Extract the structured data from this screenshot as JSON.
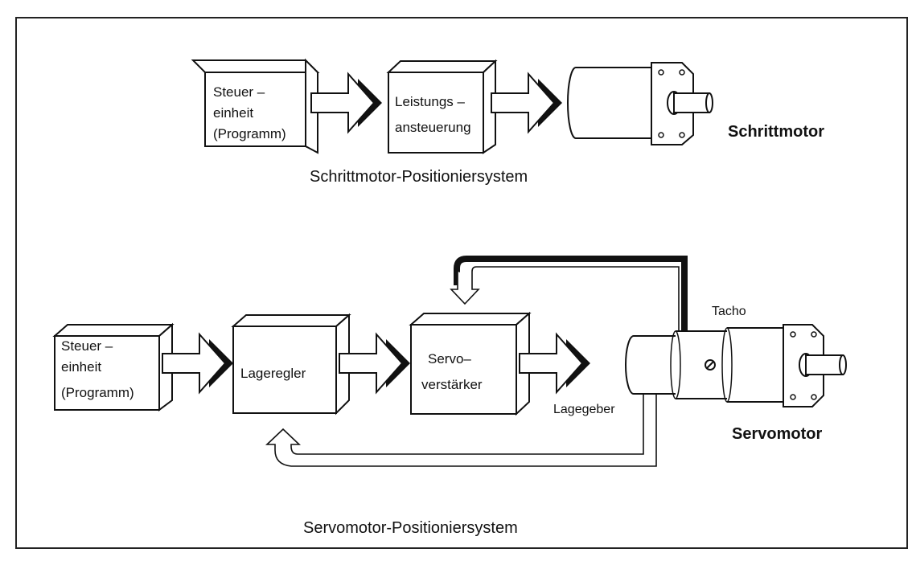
{
  "stepper": {
    "control_unit": [
      "Steuer –",
      "einheit",
      "(Programm)"
    ],
    "power_stage": [
      "Leistungs –",
      "ansteuerung"
    ],
    "motor_label": "Schrittmotor",
    "caption": "Schrittmotor-Positioniersystem"
  },
  "servo": {
    "control_unit": [
      "Steuer –",
      "einheit",
      "(Programm)"
    ],
    "position_controller": "Lageregler",
    "amplifier": [
      "Servo–",
      "verstärker"
    ],
    "tacho_label": "Tacho",
    "encoder_label": "Lagegeber",
    "motor_label": "Servomotor",
    "caption": "Servomotor-Positioniersystem"
  }
}
